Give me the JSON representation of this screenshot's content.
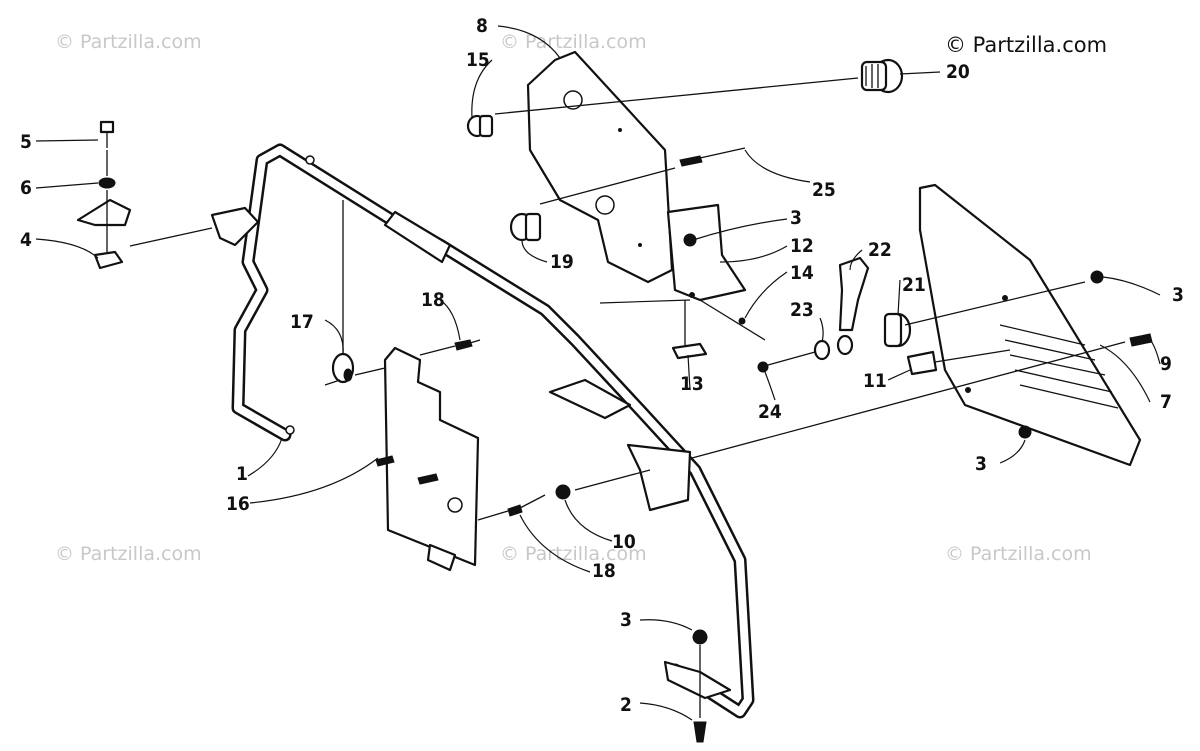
{
  "watermarks": {
    "main": "© Partzilla.com",
    "faint": "© Partzilla.com"
  },
  "callouts": {
    "c1": "1",
    "c2": "2",
    "c3a": "3",
    "c3b": "3",
    "c3c": "3",
    "c3d": "3",
    "c4": "4",
    "c5": "5",
    "c6": "6",
    "c7": "7",
    "c8": "8",
    "c9": "9",
    "c10": "10",
    "c11": "11",
    "c12": "12",
    "c13": "13",
    "c14": "14",
    "c15": "15",
    "c16": "16",
    "c17": "17",
    "c18a": "18",
    "c18b": "18",
    "c19": "19",
    "c20": "20",
    "c21": "21",
    "c22": "22",
    "c23": "23",
    "c24": "24",
    "c25": "25"
  },
  "colors": {
    "ink": "#111111",
    "watermark": "#c8c8c8",
    "background": "#ffffff"
  }
}
